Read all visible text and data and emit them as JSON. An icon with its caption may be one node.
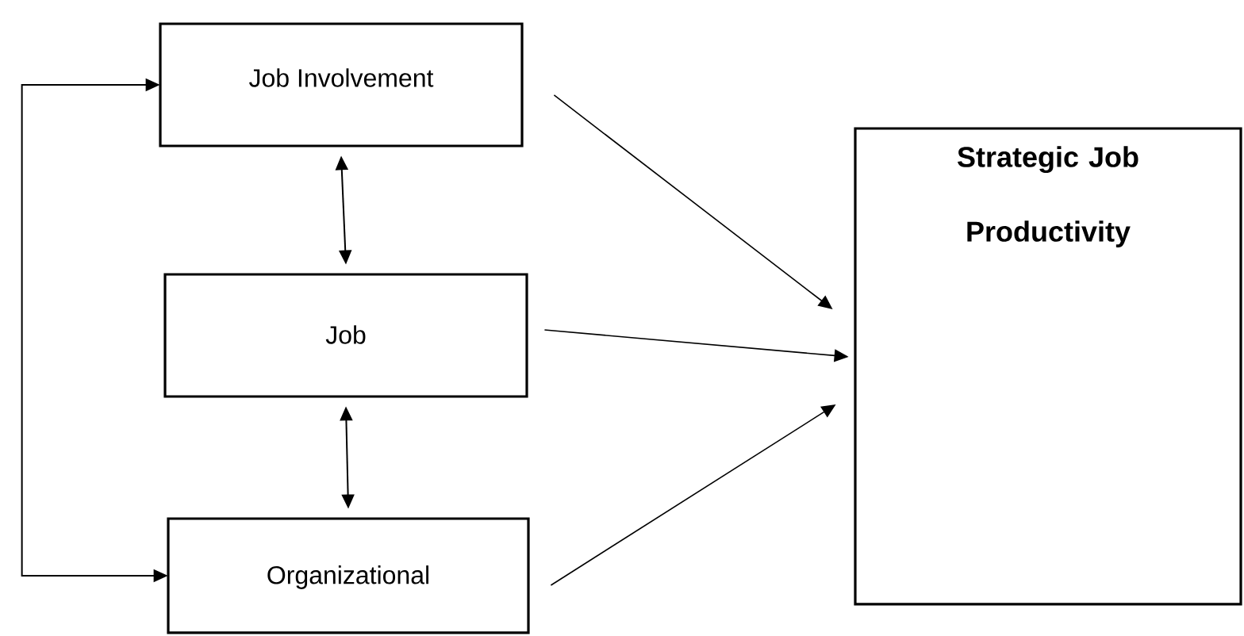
{
  "diagram": {
    "nodes": [
      {
        "text": [
          "Job Involvement"
        ]
      },
      {
        "text": [
          "Job"
        ]
      },
      {
        "text": [
          "Organizational"
        ]
      },
      {
        "text": [
          "Strategic Job Productivity"
        ]
      }
    ],
    "edges": [
      {
        "from": 0,
        "to": 2,
        "arrow": "both"
      },
      {
        "from": 0,
        "to": 1,
        "arrow": "both"
      },
      {
        "from": 1,
        "to": 2,
        "arrow": "both"
      },
      {
        "from": 0,
        "to": 3,
        "arrow": "to"
      },
      {
        "from": 1,
        "to": 3,
        "arrow": "to"
      },
      {
        "from": 2,
        "to": 3,
        "arrow": "to"
      }
    ]
  }
}
